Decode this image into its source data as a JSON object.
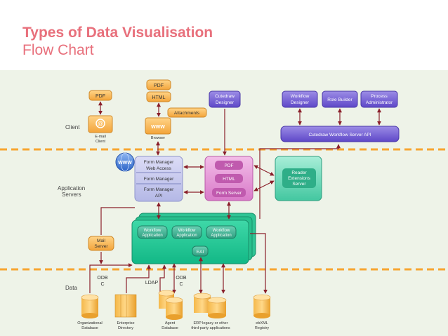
{
  "title": "Types of Data Visualisation",
  "subtitle": "Flow Chart",
  "tiers": {
    "client": "Client",
    "app_servers_1": "Application",
    "app_servers_2": "Servers",
    "data": "Data"
  },
  "client": {
    "pdf": "PDF",
    "email_1": "E-mail",
    "email_2": "Client",
    "pdf_top": "PDF",
    "html_top": "HTML",
    "attachments": "Attachments",
    "www": "WWW",
    "browser": "Browser",
    "designer_1": "Cutedraw",
    "designer_2": "Designer",
    "workflow_designer_1": "Workflow",
    "workflow_designer_2": "Designer",
    "role_builder": "Role Builder",
    "process_admin_1": "Process",
    "process_admin_2": "Administrator",
    "server_api": "Cutedraw Workflow Server API"
  },
  "servers": {
    "www_globe": "WWW",
    "fm_web_access_1": "Form Manager",
    "fm_web_access_2": "Web Access",
    "fm": "Form Manager",
    "fm_api_1": "Form Manager",
    "fm_api_2": "API",
    "pdf": "PDF",
    "html": "HTML",
    "form_server": "Form Server",
    "reader_1": "Reader",
    "reader_2": "Extensions",
    "reader_3": "Server",
    "wf_app_1a": "Workflow",
    "wf_app_1b": "Application",
    "wf_app_2a": "Workflow",
    "wf_app_2b": "Application",
    "wf_app_3a": "Workflow",
    "wf_app_3b": "Application",
    "eai": "EAI",
    "mail_1": "Mail",
    "mail_2": "Server"
  },
  "data": {
    "odbc_1a": "ODB",
    "odbc_1b": "C",
    "ldap": "LDAP",
    "odbc_2a": "ODB",
    "odbc_2b": "C",
    "org_db_1": "Organizational",
    "org_db_2": "Database",
    "ent_dir_1": "Enterprise",
    "ent_dir_2": "Directory",
    "agent_db_1": "Agent",
    "agent_db_2": "Database",
    "erp_1": "ERP legacy or other",
    "erp_2": "third-party applications",
    "ebxml_1": "ebXML",
    "ebxml_2": "Registry"
  }
}
